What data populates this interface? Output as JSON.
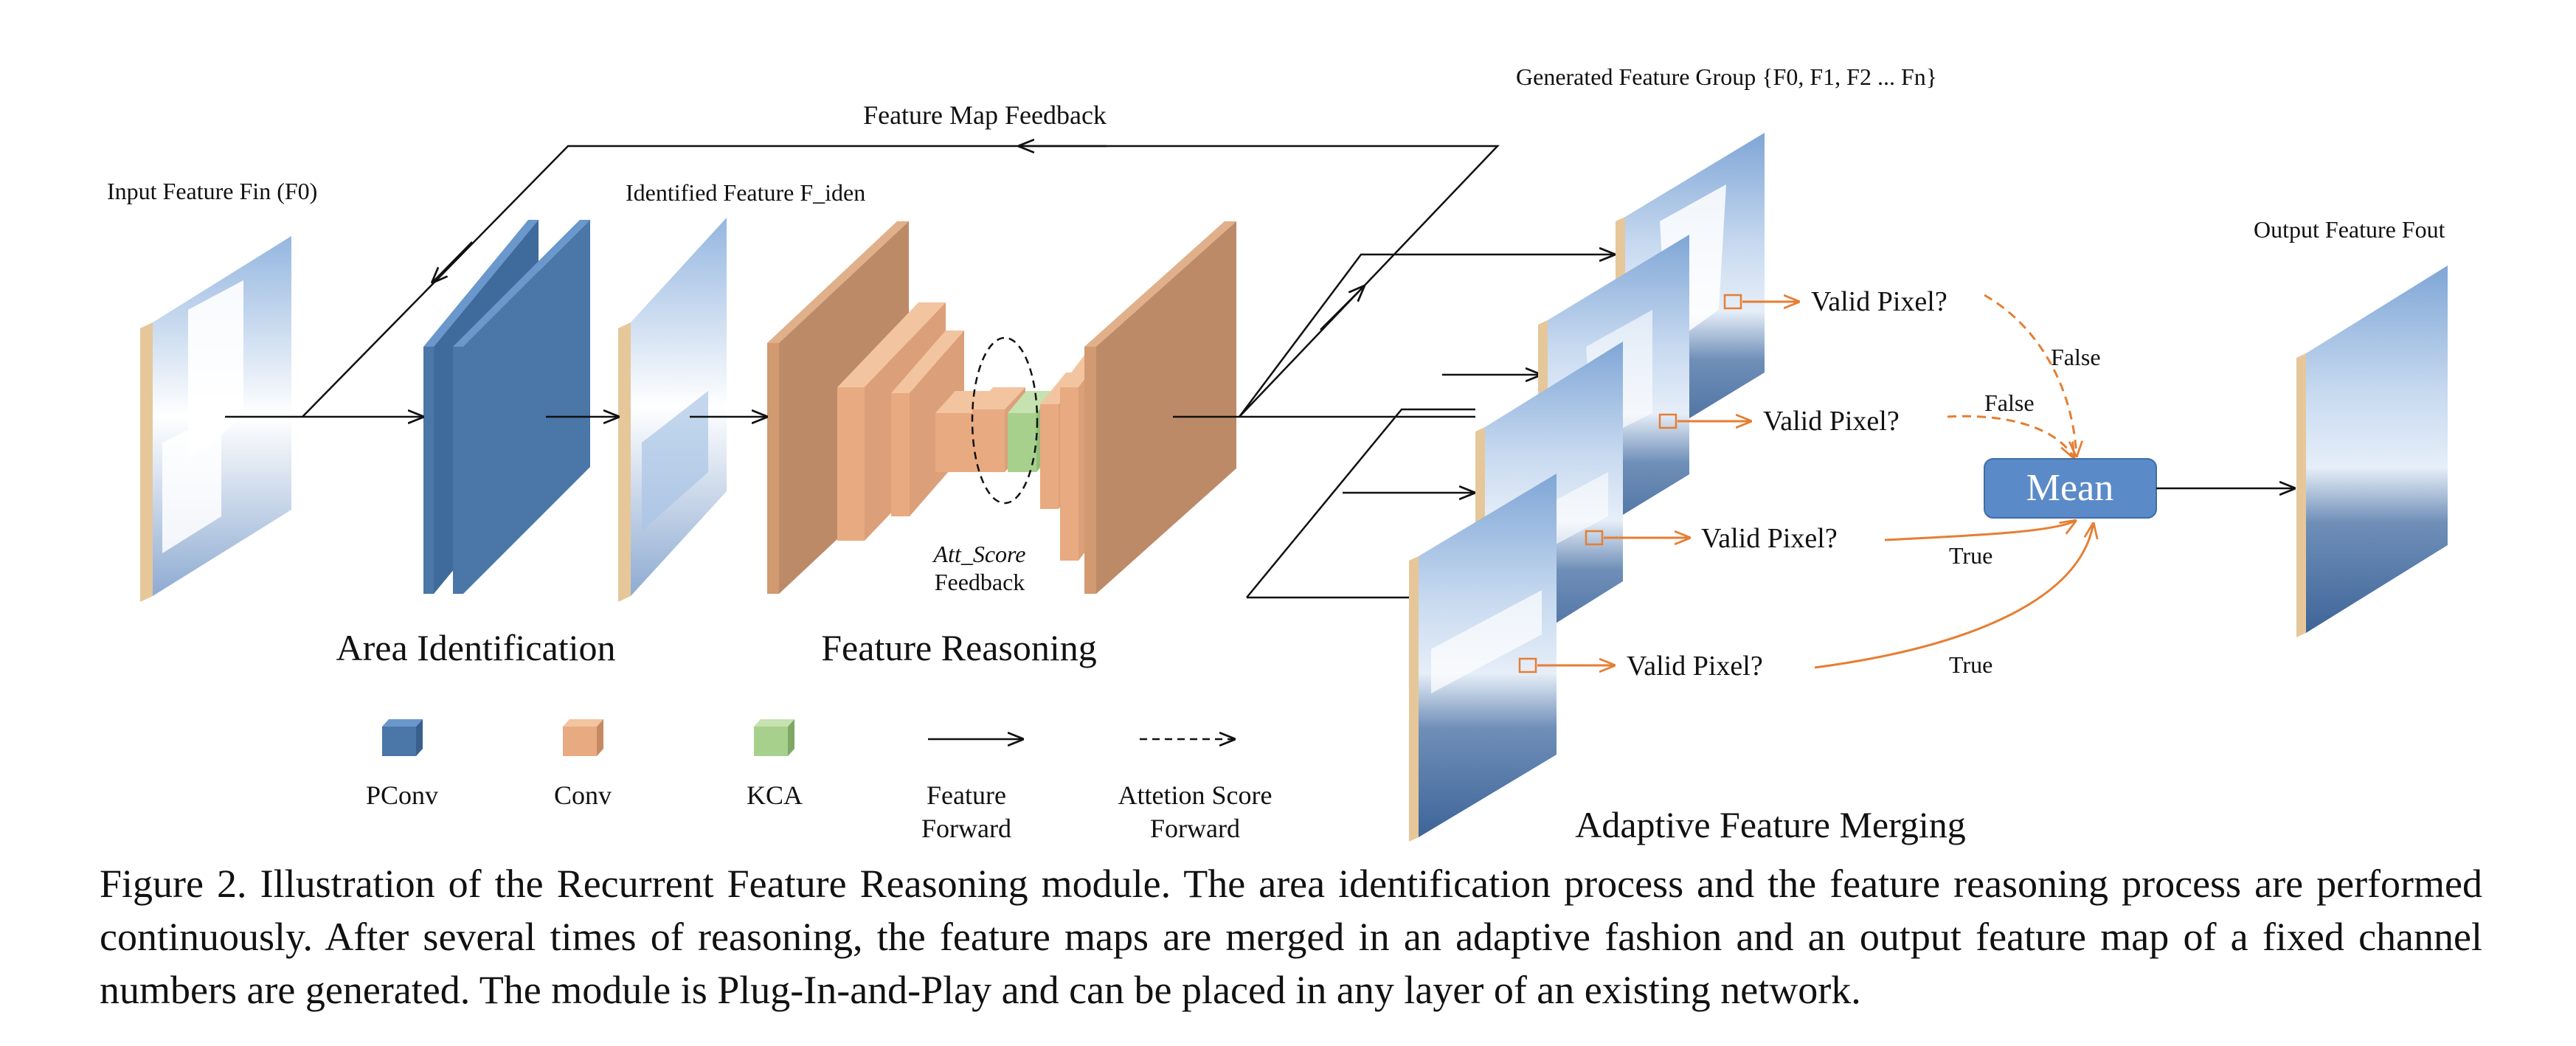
{
  "labels": {
    "input_feature": "Input Feature Fin (F0)",
    "identified_feature": "Identified Feature F_iden",
    "feature_map_feedback": "Feature Map Feedback",
    "generated_group": "Generated Feature Group {F0, F1, F2 ... Fn}",
    "output_feature": "Output Feature Fout",
    "att_score": "Att_Score",
    "feedback": "Feedback",
    "area_identification": "Area Identification",
    "feature_reasoning": "Feature Reasoning",
    "adaptive_merging": "Adaptive Feature Merging",
    "mean": "Mean",
    "valid_pixel": "Valid Pixel?",
    "false_1": "False",
    "false_2": "False",
    "true_1": "True",
    "true_2": "True"
  },
  "legend": {
    "pconv": "PConv",
    "conv": "Conv",
    "kca": "KCA",
    "feature_forward_1": "Feature",
    "feature_forward_2": "Forward",
    "att_forward_1": "Attetion Score",
    "att_forward_2": "Forward"
  },
  "caption": "Figure 2. Illustration of the Recurrent Feature Reasoning module.  The area identification process and the feature reasoning process are performed continuously. After several times of reasoning, the feature maps are merged in an adaptive fashion and an output feature map of a fixed channel numbers are generated. The module is Plug-In-and-Play and can be placed in any layer of an existing network.",
  "colors": {
    "pconv_front": "#4a76a8",
    "pconv_side": "#3a5f8c",
    "conv_front": "#bd8a68",
    "conv_small": "#e8aa80",
    "kca": "#a8d08d",
    "mean_box": "#5b8ac8",
    "orange": "#e67e33"
  }
}
